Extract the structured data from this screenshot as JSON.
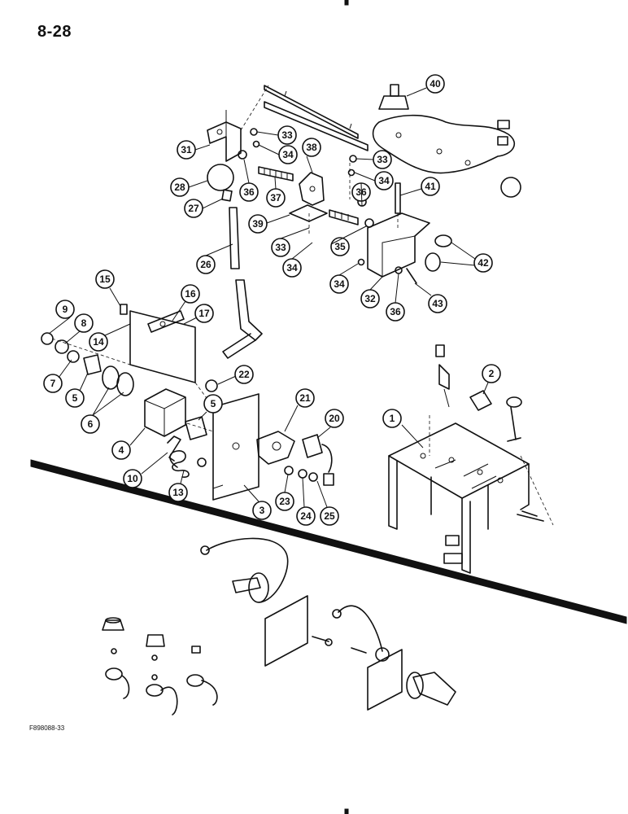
{
  "page": {
    "number": "8-28",
    "figure_code": "F898088-33"
  },
  "callouts": [
    {
      "id": "c1",
      "label": "1"
    },
    {
      "id": "c2",
      "label": "2"
    },
    {
      "id": "c3",
      "label": "3"
    },
    {
      "id": "c4",
      "label": "4"
    },
    {
      "id": "c5a",
      "label": "5"
    },
    {
      "id": "c5b",
      "label": "5"
    },
    {
      "id": "c6",
      "label": "6"
    },
    {
      "id": "c7",
      "label": "7"
    },
    {
      "id": "c8",
      "label": "8"
    },
    {
      "id": "c9",
      "label": "9"
    },
    {
      "id": "c10",
      "label": "10"
    },
    {
      "id": "c13",
      "label": "13"
    },
    {
      "id": "c14",
      "label": "14"
    },
    {
      "id": "c15",
      "label": "15"
    },
    {
      "id": "c16",
      "label": "16"
    },
    {
      "id": "c17",
      "label": "17"
    },
    {
      "id": "c20",
      "label": "20"
    },
    {
      "id": "c21",
      "label": "21"
    },
    {
      "id": "c22",
      "label": "22"
    },
    {
      "id": "c23",
      "label": "23"
    },
    {
      "id": "c24",
      "label": "24"
    },
    {
      "id": "c25",
      "label": "25"
    },
    {
      "id": "c26",
      "label": "26"
    },
    {
      "id": "c27",
      "label": "27"
    },
    {
      "id": "c28",
      "label": "28"
    },
    {
      "id": "c31",
      "label": "31"
    },
    {
      "id": "c32",
      "label": "32"
    },
    {
      "id": "c33a",
      "label": "33"
    },
    {
      "id": "c33b",
      "label": "33"
    },
    {
      "id": "c33c",
      "label": "33"
    },
    {
      "id": "c34a",
      "label": "34"
    },
    {
      "id": "c34b",
      "label": "34"
    },
    {
      "id": "c34c",
      "label": "34"
    },
    {
      "id": "c34d",
      "label": "34"
    },
    {
      "id": "c35",
      "label": "35"
    },
    {
      "id": "c36a",
      "label": "36"
    },
    {
      "id": "c36b",
      "label": "36"
    },
    {
      "id": "c36c",
      "label": "36"
    },
    {
      "id": "c37",
      "label": "37"
    },
    {
      "id": "c38",
      "label": "38"
    },
    {
      "id": "c39",
      "label": "39"
    },
    {
      "id": "c40",
      "label": "40"
    },
    {
      "id": "c41",
      "label": "41"
    },
    {
      "id": "c42",
      "label": "42"
    },
    {
      "id": "c43",
      "label": "43"
    }
  ]
}
